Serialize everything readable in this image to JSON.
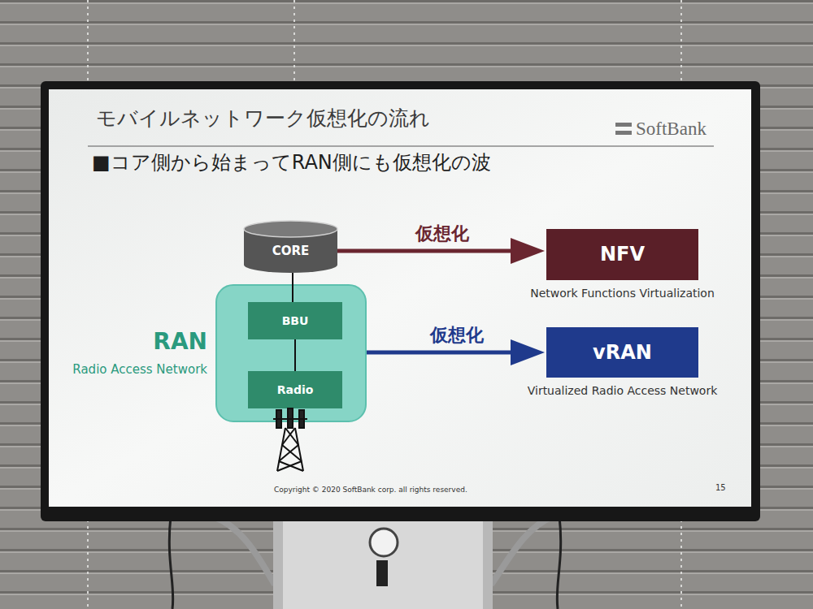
{
  "diagram": {
    "title": "モバイルネットワーク仮想化の流れ",
    "nodes": [
      {
        "text": [
          "CORE"
        ]
      },
      {
        "text": [
          "RAN",
          "Radio Access Network"
        ]
      },
      {
        "text": [
          "BBU"
        ],
        "in": 1
      },
      {
        "text": [
          "Radio"
        ],
        "in": 1
      },
      {
        "text": [
          "NFV",
          "Network Functions Virtualization"
        ]
      },
      {
        "text": [
          "vRAN",
          "Virtualized Radio Access Network"
        ]
      }
    ],
    "edges": [
      {
        "from": 0,
        "to": 4,
        "arrow": "to",
        "label": "仮想化"
      },
      {
        "from": 1,
        "to": 5,
        "arrow": "to",
        "label": "仮想化"
      },
      {
        "from": 0,
        "to": 2,
        "arrow": "none"
      },
      {
        "from": 2,
        "to": 3,
        "arrow": "none"
      }
    ],
    "labels": [
      "■コア側から始まってRAN側にも仮想化の波",
      "SoftBank",
      "Copyright © 2020 SoftBank corp. all rights reserved.",
      "15"
    ]
  }
}
